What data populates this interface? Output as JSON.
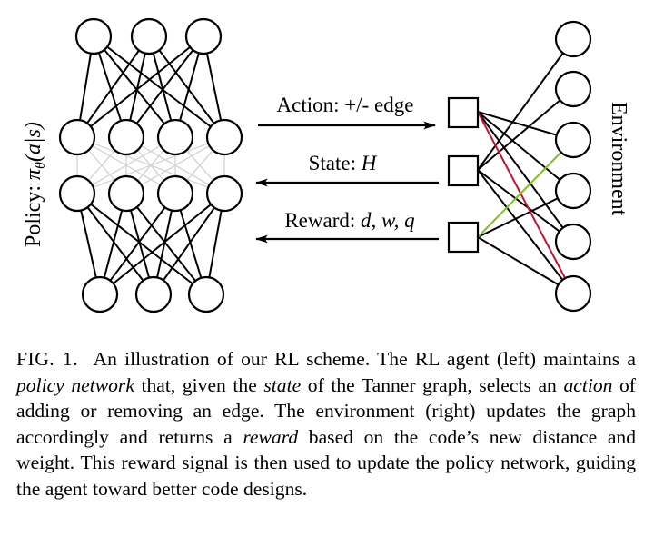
{
  "figure": {
    "policy_label_text": "Policy: ",
    "policy_symbol": "π",
    "policy_subscript": "θ",
    "policy_args": "(a|s)",
    "environment_label": "Environment",
    "action_label": "Action: +/- edge",
    "state_label_text": "State: ",
    "state_symbol": "H",
    "reward_label_text": "Reward: ",
    "reward_symbols": "d, w, q",
    "colors": {
      "red_edge": "#c8102e",
      "green_edge": "#7cc422",
      "faint_edges": "#d6d6d6",
      "nodes": "#000000"
    }
  },
  "caption": {
    "label": "FIG. 1.",
    "t1": "An illustration of our RL scheme. The RL agent (left) maintains a ",
    "i1": "policy network",
    "t2": " that, given the ",
    "i2": "state",
    "t3": " of the Tanner graph, selects an ",
    "i3": "action",
    "t4": " of adding or removing an edge. The environment (right) updates the graph accordingly and returns a ",
    "i4": "reward",
    "t5": " based on the code’s new distance and weight. This reward signal is then used to update the policy network, guiding the agent toward better code designs."
  }
}
